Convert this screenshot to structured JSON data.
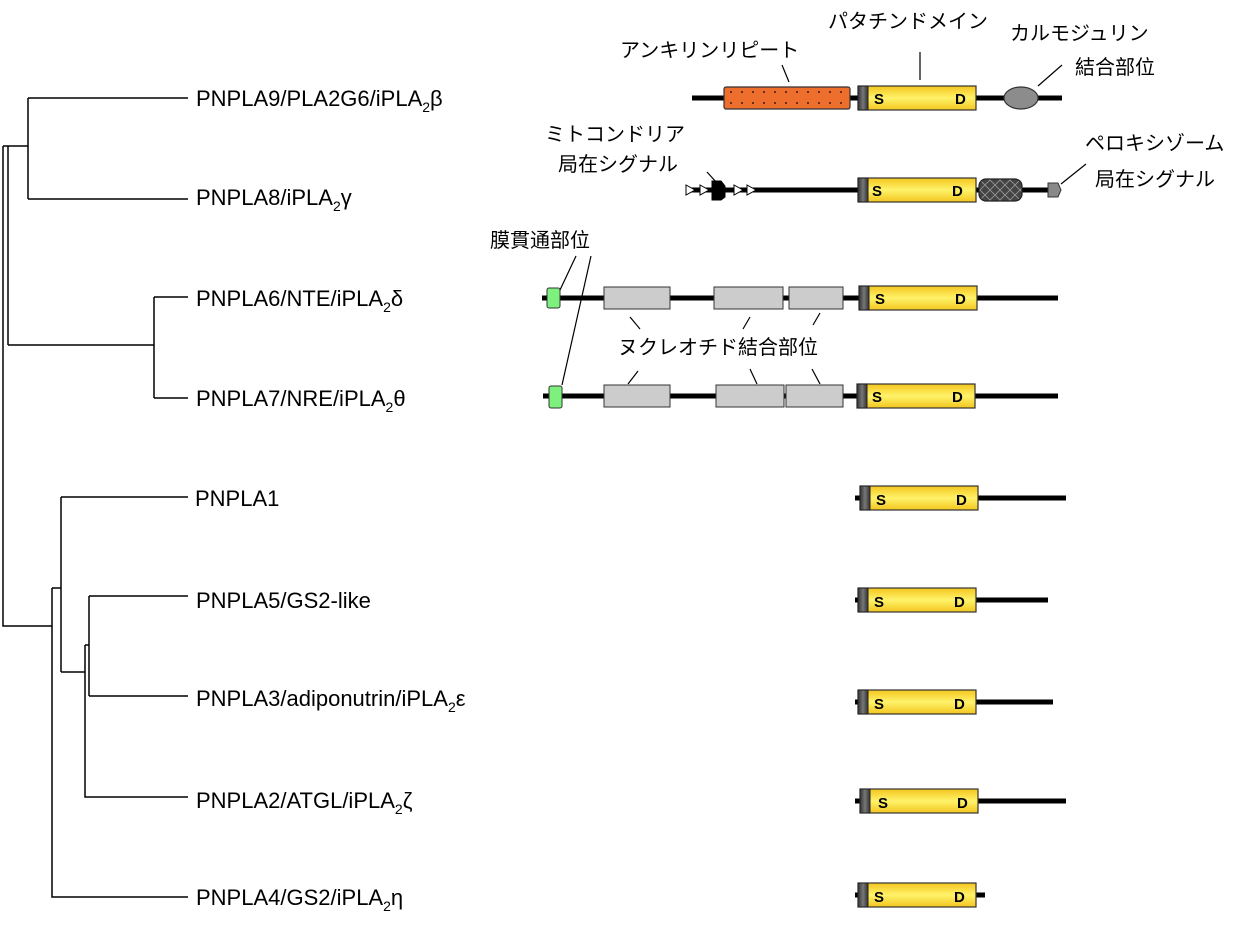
{
  "genes": [
    {
      "id": "PNPLA9",
      "prefix": "PNPLA9/PLA2G6/iPLA",
      "sub": "2",
      "suffix": "β"
    },
    {
      "id": "PNPLA8",
      "prefix": "PNPLA8/iPLA",
      "sub": "2",
      "suffix": "γ"
    },
    {
      "id": "PNPLA6",
      "prefix": "PNPLA6/NTE/iPLA",
      "sub": "2",
      "suffix": "δ"
    },
    {
      "id": "PNPLA7",
      "prefix": "PNPLA7/NRE/iPLA",
      "sub": "2",
      "suffix": "θ"
    },
    {
      "id": "PNPLA1",
      "prefix": "PNPLA1",
      "sub": "",
      "suffix": ""
    },
    {
      "id": "PNPLA5",
      "prefix": "PNPLA5/GS2-like",
      "sub": "",
      "suffix": ""
    },
    {
      "id": "PNPLA3",
      "prefix": "PNPLA3/adiponutrin/iPLA",
      "sub": "2",
      "suffix": "ε"
    },
    {
      "id": "PNPLA2",
      "prefix": "PNPLA2/ATGL/iPLA",
      "sub": "2",
      "suffix": "ζ"
    },
    {
      "id": "PNPLA4",
      "prefix": "PNPLA4/GS2/iPLA",
      "sub": "2",
      "suffix": "η"
    }
  ],
  "annotations": {
    "ankyrin": "アンキリンリピート",
    "patatin": "パタチンドメイン",
    "calmodulin_1": "カルモジュリン",
    "calmodulin_2": "結合部位",
    "mito_1": "ミトコンドリア",
    "mito_2": "局在シグナル",
    "perox_1": "ペロキシゾーム",
    "perox_2": "局在シグナル",
    "transmembrane": "膜貫通部位",
    "nucleotide": "ヌクレオチド結合部位"
  },
  "domain_letters": {
    "s": "S",
    "d": "D"
  },
  "colors": {
    "patatin": "#f9dc3a",
    "ankyrin": "#ee6f2d",
    "transmembrane": "#7df07d",
    "nucleotide": "#cccccc",
    "calmodulin": "#8c8c8c",
    "crosshatch": "#444444"
  }
}
